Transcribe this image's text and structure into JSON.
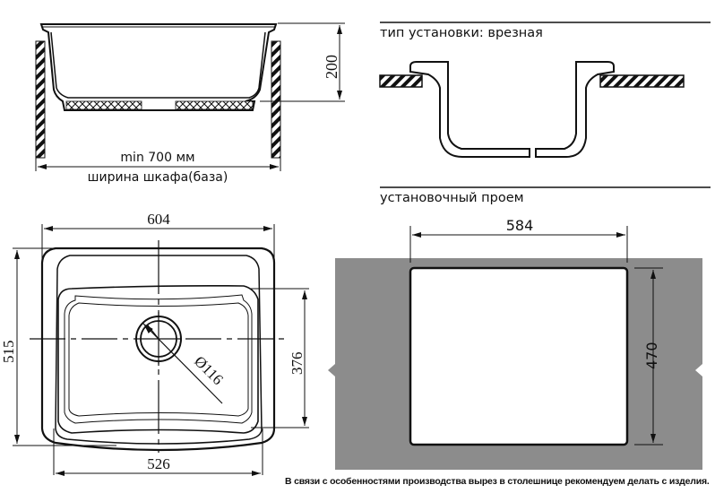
{
  "side_section": {
    "depth_label": "200",
    "width_label_line1": "min 700 мм",
    "width_label_line2": "ширина шкафа(база)"
  },
  "install_type": {
    "heading": "тип установки: врезная"
  },
  "cutout": {
    "heading": "установочный проем",
    "width_label": "584",
    "height_label": "470"
  },
  "top_view": {
    "overall_width_label": "604",
    "overall_depth_label": "515",
    "bowl_depth_label": "376",
    "bowl_width_label": "526",
    "drain_label": "Ø116"
  },
  "footnote": "В связи с особенностями производства вырез в столешнице рекомендуем делать с изделия.",
  "colors": {
    "line": "#111111",
    "countertop_gray": "#8c8c8c",
    "background": "#ffffff"
  }
}
